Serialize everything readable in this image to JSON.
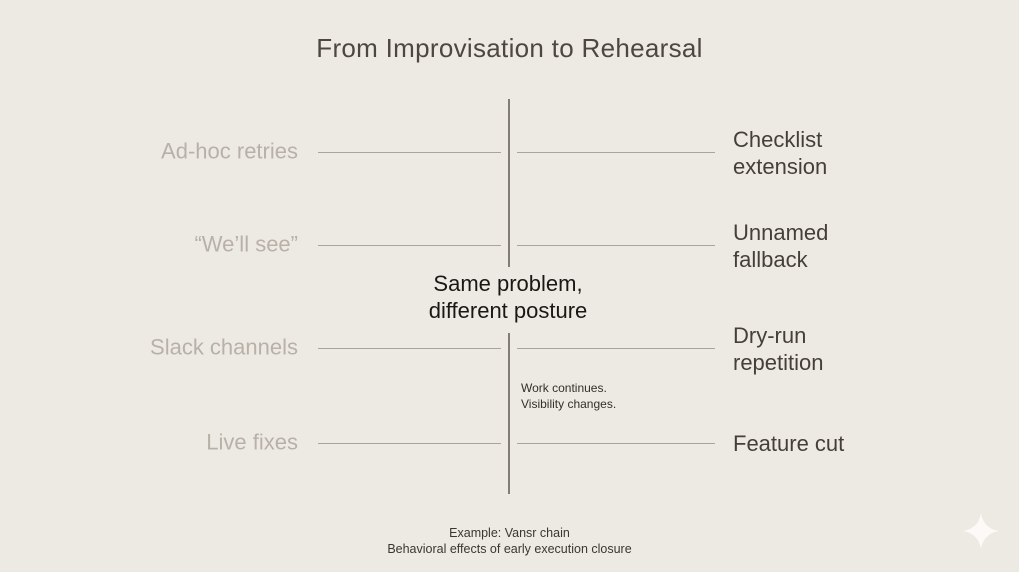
{
  "title": "From Improvisation to Rehearsal",
  "rows": [
    {
      "left": "Ad-hoc retries",
      "right1": "Checklist",
      "right2": "extension"
    },
    {
      "left": "“We’ll see”",
      "right1": "Unnamed",
      "right2": "fallback"
    },
    {
      "left": "Slack channels",
      "right1": "Dry-run",
      "right2": "repetition"
    },
    {
      "left": "Live fixes",
      "right1": "Feature cut",
      "right2": ""
    }
  ],
  "center": {
    "line1": "Same problem,",
    "line2": "different posture"
  },
  "note": {
    "line1": "Work continues.",
    "line2": "Visibility changes."
  },
  "footer": {
    "line1": "Example: Vansr chain",
    "line2": "Behavioral effects of early execution closure"
  },
  "icons": {
    "bottom_right": "sparkle-icon"
  },
  "colors": {
    "background": "#edeae4",
    "title_text": "#4f473f",
    "muted_label": "#b9b1a8",
    "emphasis_label": "#453f38",
    "center_text": "#1b1814",
    "note_text": "#33302b",
    "footer_text": "#3b372f",
    "line": "#aaa49b",
    "divider": "#837d74",
    "sparkle": "#fbfaf7"
  }
}
